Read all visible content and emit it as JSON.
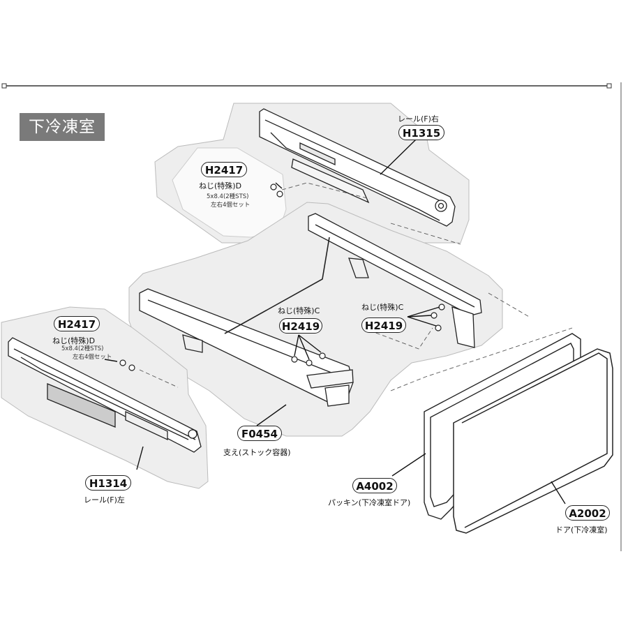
{
  "section": {
    "title": "下冷凍室"
  },
  "parts": {
    "rail_right": {
      "code": "H1315",
      "name": "レール(F)右"
    },
    "screw_d_top": {
      "code": "H2417",
      "name": "ねじ(特殊)D",
      "spec1": "5x8.4(2種STS)",
      "spec2": "左右4個セット"
    },
    "screw_d_left": {
      "code": "H2417",
      "name": "ねじ(特殊)D",
      "spec1": "5x8.4(2種STS)",
      "spec2": "左右4個セット"
    },
    "screw_c_mid": {
      "code": "H2419",
      "name": "ねじ(特殊)C"
    },
    "screw_c_right": {
      "code": "H2419",
      "name": "ねじ(特殊)C"
    },
    "support": {
      "code": "F0454",
      "name": "支え(ストック容器)"
    },
    "rail_left": {
      "code": "H1314",
      "name": "レール(F)左"
    },
    "gasket": {
      "code": "A4002",
      "name": "パッキン(下冷凍室ドア)"
    },
    "door": {
      "code": "A2002",
      "name": "ドア(下冷凍室)"
    }
  },
  "colors": {
    "tag_bg": "#7a7a7a",
    "region_fill": "#eeeeee",
    "line": "#222222"
  }
}
